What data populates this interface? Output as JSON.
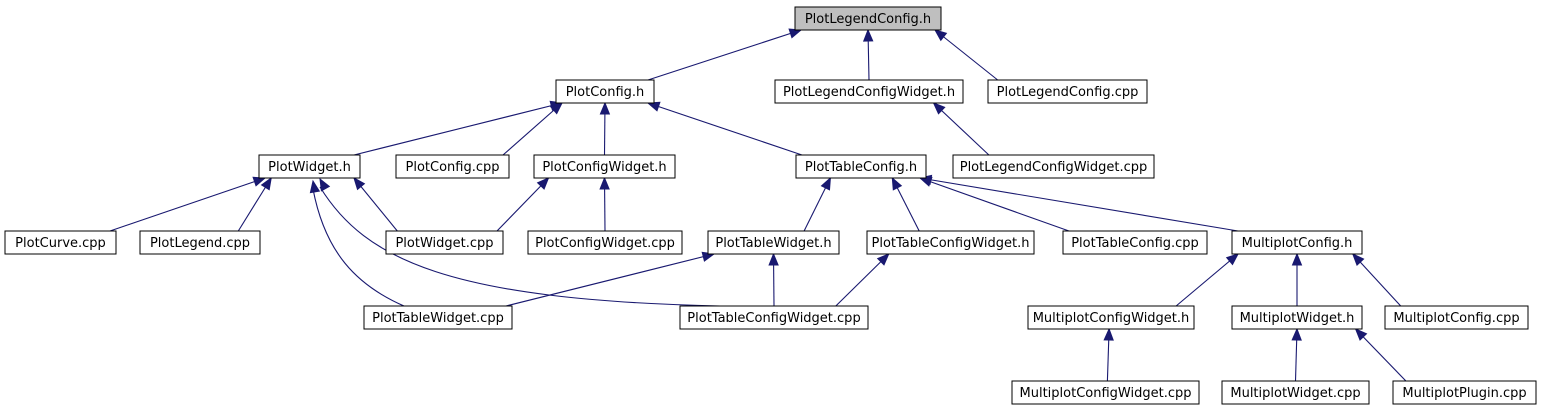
{
  "nodes": [
    {
      "id": "n0",
      "label": "PlotLegendConfig.h",
      "root": true
    },
    {
      "id": "n1",
      "label": "PlotConfig.h"
    },
    {
      "id": "n2",
      "label": "PlotLegendConfigWidget.h"
    },
    {
      "id": "n3",
      "label": "PlotLegendConfig.cpp"
    },
    {
      "id": "n4",
      "label": "PlotWidget.h"
    },
    {
      "id": "n5",
      "label": "PlotConfig.cpp"
    },
    {
      "id": "n6",
      "label": "PlotConfigWidget.h"
    },
    {
      "id": "n7",
      "label": "PlotTableConfig.h"
    },
    {
      "id": "n8",
      "label": "PlotLegendConfigWidget.cpp"
    },
    {
      "id": "n9",
      "label": "PlotCurve.cpp"
    },
    {
      "id": "n10",
      "label": "PlotLegend.cpp"
    },
    {
      "id": "n11",
      "label": "PlotWidget.cpp"
    },
    {
      "id": "n12",
      "label": "PlotConfigWidget.cpp"
    },
    {
      "id": "n13",
      "label": "PlotTableWidget.h"
    },
    {
      "id": "n14",
      "label": "PlotTableConfigWidget.h"
    },
    {
      "id": "n15",
      "label": "PlotTableConfig.cpp"
    },
    {
      "id": "n16",
      "label": "MultiplotConfig.h"
    },
    {
      "id": "n17",
      "label": "PlotTableWidget.cpp"
    },
    {
      "id": "n18",
      "label": "PlotTableConfigWidget.cpp"
    },
    {
      "id": "n19",
      "label": "MultiplotConfigWidget.h"
    },
    {
      "id": "n20",
      "label": "MultiplotWidget.h"
    },
    {
      "id": "n21",
      "label": "MultiplotConfig.cpp"
    },
    {
      "id": "n22",
      "label": "MultiplotConfigWidget.cpp"
    },
    {
      "id": "n23",
      "label": "MultiplotWidget.cpp"
    },
    {
      "id": "n24",
      "label": "MultiplotPlugin.cpp"
    }
  ],
  "edges": [
    {
      "from": "n1",
      "to": "n0"
    },
    {
      "from": "n2",
      "to": "n0"
    },
    {
      "from": "n3",
      "to": "n0"
    },
    {
      "from": "n4",
      "to": "n1"
    },
    {
      "from": "n5",
      "to": "n1"
    },
    {
      "from": "n6",
      "to": "n1"
    },
    {
      "from": "n7",
      "to": "n1"
    },
    {
      "from": "n8",
      "to": "n2"
    },
    {
      "from": "n9",
      "to": "n4"
    },
    {
      "from": "n10",
      "to": "n4"
    },
    {
      "from": "n11",
      "to": "n4"
    },
    {
      "from": "n17",
      "to": "n4"
    },
    {
      "from": "n18",
      "to": "n4"
    },
    {
      "from": "n11",
      "to": "n6"
    },
    {
      "from": "n12",
      "to": "n6"
    },
    {
      "from": "n13",
      "to": "n7"
    },
    {
      "from": "n14",
      "to": "n7"
    },
    {
      "from": "n15",
      "to": "n7"
    },
    {
      "from": "n16",
      "to": "n7"
    },
    {
      "from": "n17",
      "to": "n13"
    },
    {
      "from": "n18",
      "to": "n13"
    },
    {
      "from": "n18",
      "to": "n14"
    },
    {
      "from": "n19",
      "to": "n16"
    },
    {
      "from": "n20",
      "to": "n16"
    },
    {
      "from": "n21",
      "to": "n16"
    },
    {
      "from": "n22",
      "to": "n19"
    },
    {
      "from": "n23",
      "to": "n20"
    },
    {
      "from": "n24",
      "to": "n20"
    }
  ],
  "colors": {
    "edge": "#191970",
    "root_fill": "#bfbfbf",
    "node_fill": "#ffffff",
    "node_border": "#000000"
  }
}
